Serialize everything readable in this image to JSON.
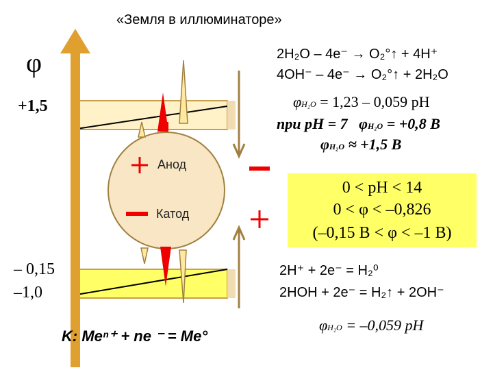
{
  "title": "«Земля в иллюминаторе»",
  "axis_label": "φ",
  "levels": {
    "top": "+1,5",
    "bottom_1": "– 0,15",
    "bottom_2": "–1,0"
  },
  "anode_reactions": {
    "r1": "2H₂O – 4e⁻ → O₂°↑ + 4H⁺",
    "r2": "4OH⁻ – 4e⁻ → O₂°↑ + 2H₂O"
  },
  "anode_formulas": {
    "f1_lhs": "φ",
    "f1_sub": "H₂O",
    "f1_rhs": "= 1,23 – 0,059 pH",
    "f2_prefix": "при pH = 7",
    "f2_lhs": "φ",
    "f2_sub": "H₂O",
    "f2_rhs": "= +0,8 B",
    "f3_lhs": "φ",
    "f3_sub": "H₂O",
    "f3_rhs": "≈ +1,5 B"
  },
  "cell": {
    "anode_sign": "+",
    "anode_label": "Анод",
    "cathode_sign": "–",
    "cathode_label": "Катод"
  },
  "arrows": {
    "down_sign": "–",
    "up_sign": "+"
  },
  "ph_box": {
    "line1": "0 < pH < 14",
    "line2": "0 < φ < –0,826",
    "line3": "(–0,15 B < φ < –1 B)"
  },
  "cathode_reactions": {
    "r1": "2H⁺ + 2e⁻ = H₂⁰",
    "r2": "2HOH + 2e⁻ = H₂↑ + 2OH⁻"
  },
  "cathode_formula": {
    "lhs": "φ",
    "sub": "H₂O",
    "rhs": "= –0,059 pH"
  },
  "k_line": "K: Meⁿ⁺ + ne ⁻ = Me°",
  "colors": {
    "axis": "#e0a030",
    "frame": "#c8a050",
    "cell_fill": "#f8e6c4",
    "anode_band": "#fff2c8",
    "cathode_band": "#ffff66",
    "red": "#ee0000",
    "flame": "#ffe8a0"
  }
}
